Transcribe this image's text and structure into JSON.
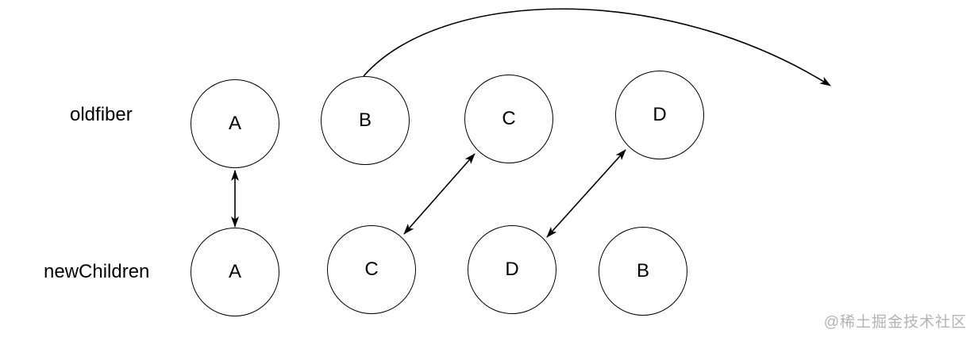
{
  "diagram": {
    "rows": [
      {
        "label": "oldfiber",
        "nodes": [
          "A",
          "B",
          "C",
          "D"
        ]
      },
      {
        "label": "newChildren",
        "nodes": [
          "A",
          "C",
          "D",
          "B"
        ]
      }
    ],
    "connections": [
      {
        "from": "oldfiber-A",
        "to": "newChildren-A",
        "style": "double-headed-arrow"
      },
      {
        "from": "oldfiber-C",
        "to": "newChildren-C",
        "style": "double-headed-arrow"
      },
      {
        "from": "oldfiber-D",
        "to": "newChildren-D",
        "style": "double-headed-arrow"
      },
      {
        "from": "oldfiber-B",
        "to": "right-edge",
        "style": "curved-arrow"
      }
    ]
  },
  "watermark": "@稀土掘金技术社区",
  "colors": {
    "line": "#000000",
    "background": "#ffffff",
    "watermark": "#b3b3b3"
  }
}
